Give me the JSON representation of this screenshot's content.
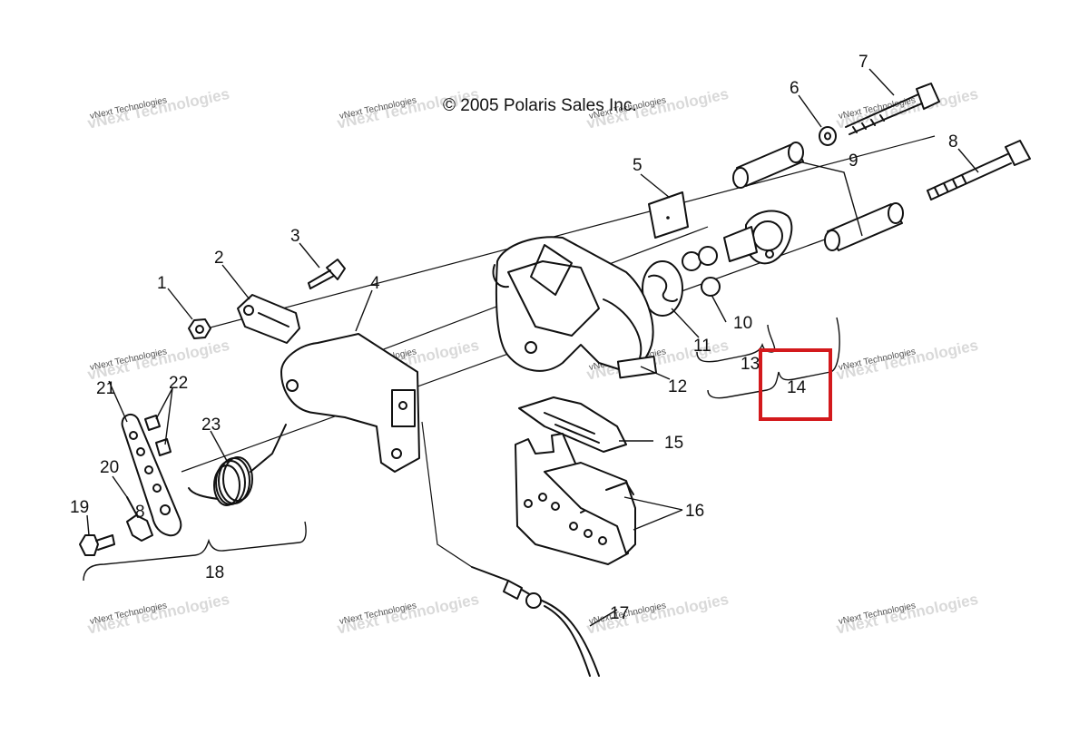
{
  "copyright": "© 2005 Polaris Sales Inc.",
  "watermark": {
    "line1": "vNext Technologies",
    "line2": "vNext Technologies"
  },
  "callouts": {
    "c1": "1",
    "c2": "2",
    "c3": "3",
    "c4": "4",
    "c5": "5",
    "c6": "6",
    "c7": "7",
    "c8": "8",
    "c9": "9",
    "c10": "10",
    "c11": "11",
    "c12": "12",
    "c13": "13",
    "c14": "14",
    "c15": "15",
    "c16": "16",
    "c17": "17",
    "c18": "18",
    "c19": "19",
    "c20": "20",
    "c21": "21",
    "c22": "22",
    "c23": "23",
    "c8b": "8"
  },
  "highlight": {
    "label": "14",
    "color": "#d3191c"
  }
}
